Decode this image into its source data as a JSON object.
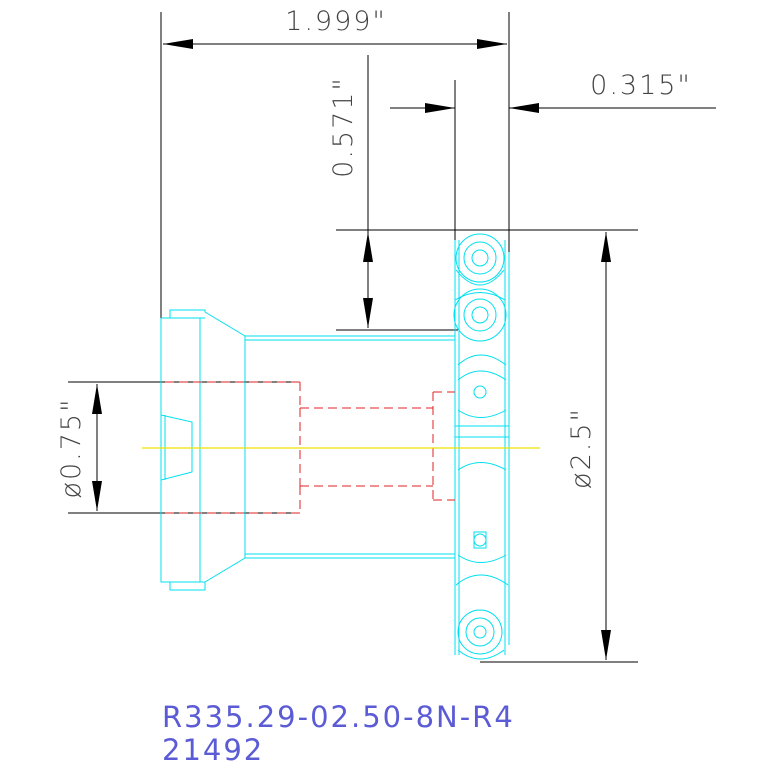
{
  "dimensions": {
    "overall_length": "1.999\"",
    "insert_offset": "0.315\"",
    "step_height": "0.571\"",
    "shank_diameter": "ø0.75\"",
    "cutter_diameter": "ø2.5\""
  },
  "part": {
    "number": "R335.29-02.50-8N-R4",
    "id": "21492"
  },
  "colors": {
    "outline": "#00e0f0",
    "hidden": "#e02020",
    "centerline": "#f0e000",
    "dimension": "#000000",
    "label": "#5b5bd6"
  }
}
